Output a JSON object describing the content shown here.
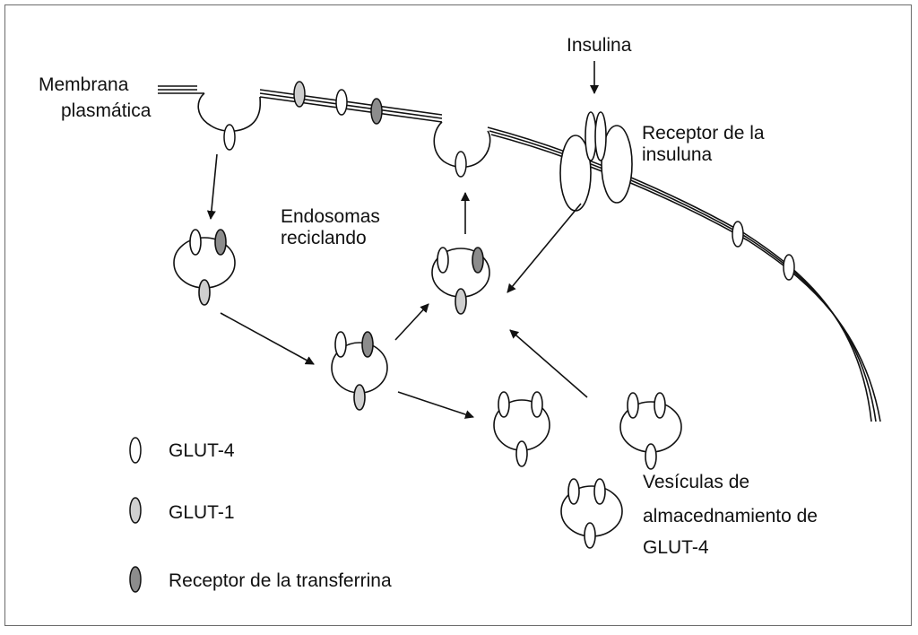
{
  "labels": {
    "membrana_line1": "Membrana",
    "membrana_line2": "plasmática",
    "insulina": "Insulina",
    "receptor_line1": "Receptor de la",
    "receptor_line2": "insuluna",
    "endosomas_line1": "Endosomas",
    "endosomas_line2": "reciclando",
    "vesiculas_line1": "Vesículas de",
    "vesiculas_line2": "almacednamiento de",
    "vesiculas_line3": "GLUT-4"
  },
  "legend": [
    {
      "label": "GLUT-4",
      "color": "#ffffff"
    },
    {
      "label": "GLUT-1",
      "color": "#cfcfcf"
    },
    {
      "label": "Receptor de la transferrina",
      "color": "#8c8c8c"
    }
  ],
  "colors": {
    "glut4": "#ffffff",
    "glut1": "#cfcfcf",
    "transferrin": "#8c8c8c",
    "stroke": "#111111"
  }
}
